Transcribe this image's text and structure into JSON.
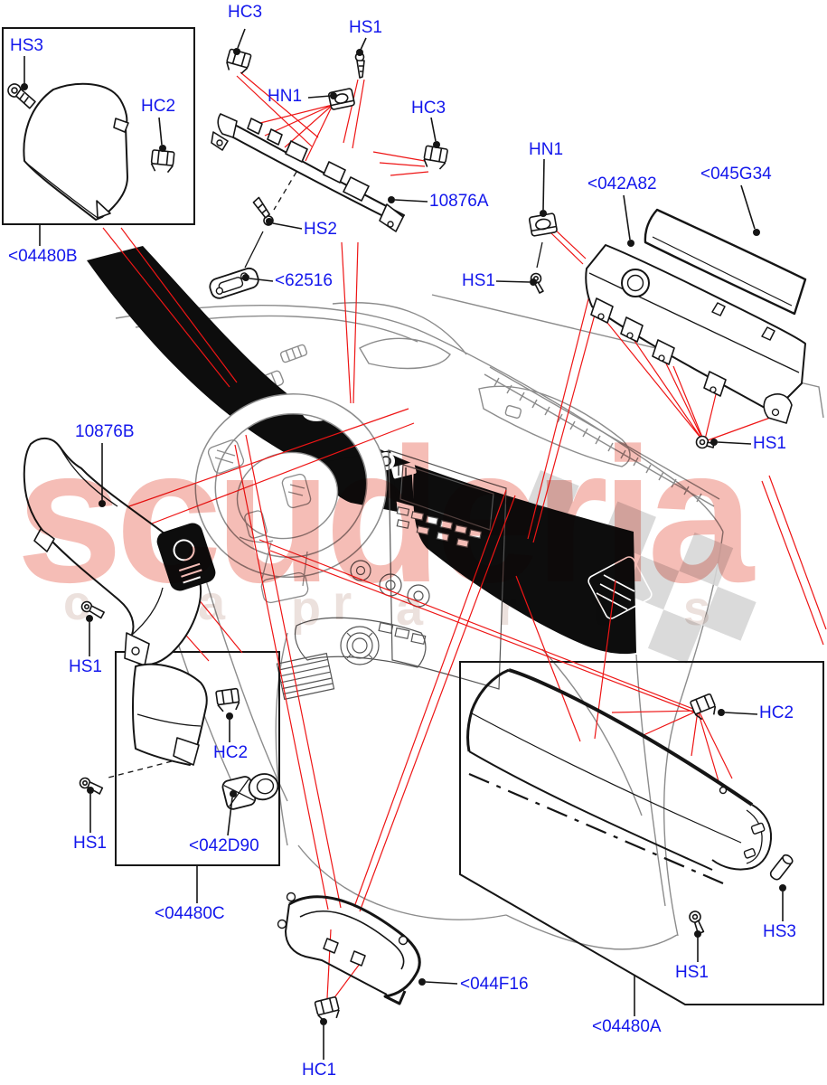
{
  "diagram_title": "Instrument panel exploded parts diagram",
  "colors": {
    "label_blue": "#1317ec",
    "leader_black": "#151515",
    "callout_red": "#ee1515",
    "ghost_gray": "#8c8c8c",
    "watermark_pink": "#f4b6ae",
    "checker_gray": "#d6d6d6"
  },
  "watermark": {
    "brand": "scuderia",
    "row2_left": "c a r",
    "row2_right": "p a r t s"
  },
  "labels": {
    "hs3_topleft": "HS3",
    "hc2_topleft": "HC2",
    "box_04480B": "<04480B",
    "hc3_top": "HC3",
    "hn1_top": "HN1",
    "hs1_top": "HS1",
    "hs2": "HS2",
    "part_62516": "<62516",
    "part_10876A": "10876A",
    "hc3_right": "HC3",
    "hn1_right": "HN1",
    "part_042A82": "<042A82",
    "part_045G34": "<045G34",
    "hs1_mid": "HS1",
    "hs1_right": "HS1",
    "part_10876B": "10876B",
    "hs1_left_upper": "HS1",
    "hs1_left_lower": "HS1",
    "hc2_box": "HC2",
    "part_042D90": "<042D90",
    "box_04480C": "<04480C",
    "part_044F16": "<044F16",
    "hc1": "HC1",
    "hc2_right": "HC2",
    "hs3_right": "HS3",
    "hs1_bottom": "HS1",
    "box_04480A": "<04480A"
  }
}
